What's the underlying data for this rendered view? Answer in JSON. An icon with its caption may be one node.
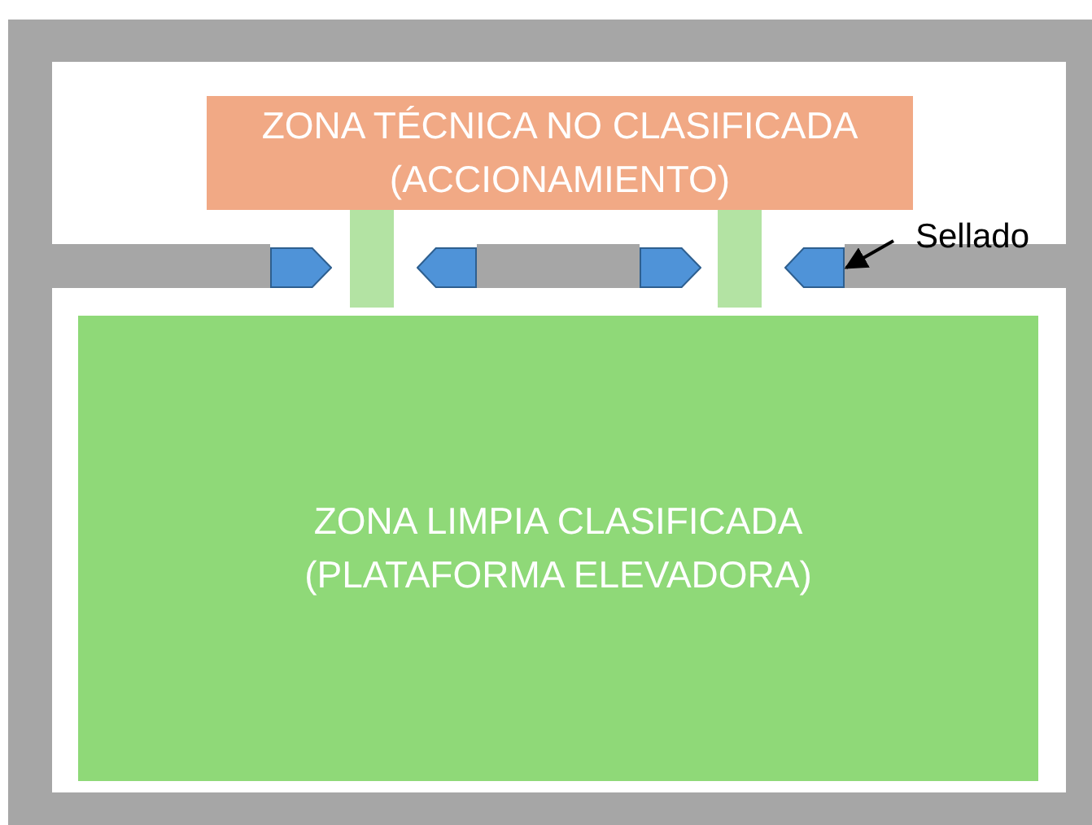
{
  "diagram": {
    "nodes": [
      {
        "text": [
          "ZONA TÉCNICA NO CLASIFICADA (ACCIONAMIENTO)"
        ]
      },
      {
        "text": [],
        "shape": "pentagon"
      },
      {
        "text": [],
        "shape": "pentagon"
      },
      {
        "text": [],
        "shape": "pentagon"
      },
      {
        "text": [],
        "shape": "pentagon"
      },
      {
        "text": [
          "Sellado"
        ]
      },
      {
        "text": [
          "ZONA LIMPIA CLASIFICADA (PLATAFORMA ELEVADORA)"
        ]
      }
    ],
    "edges": [
      {
        "from": 5,
        "to": 4,
        "arrow": "to"
      }
    ]
  }
}
